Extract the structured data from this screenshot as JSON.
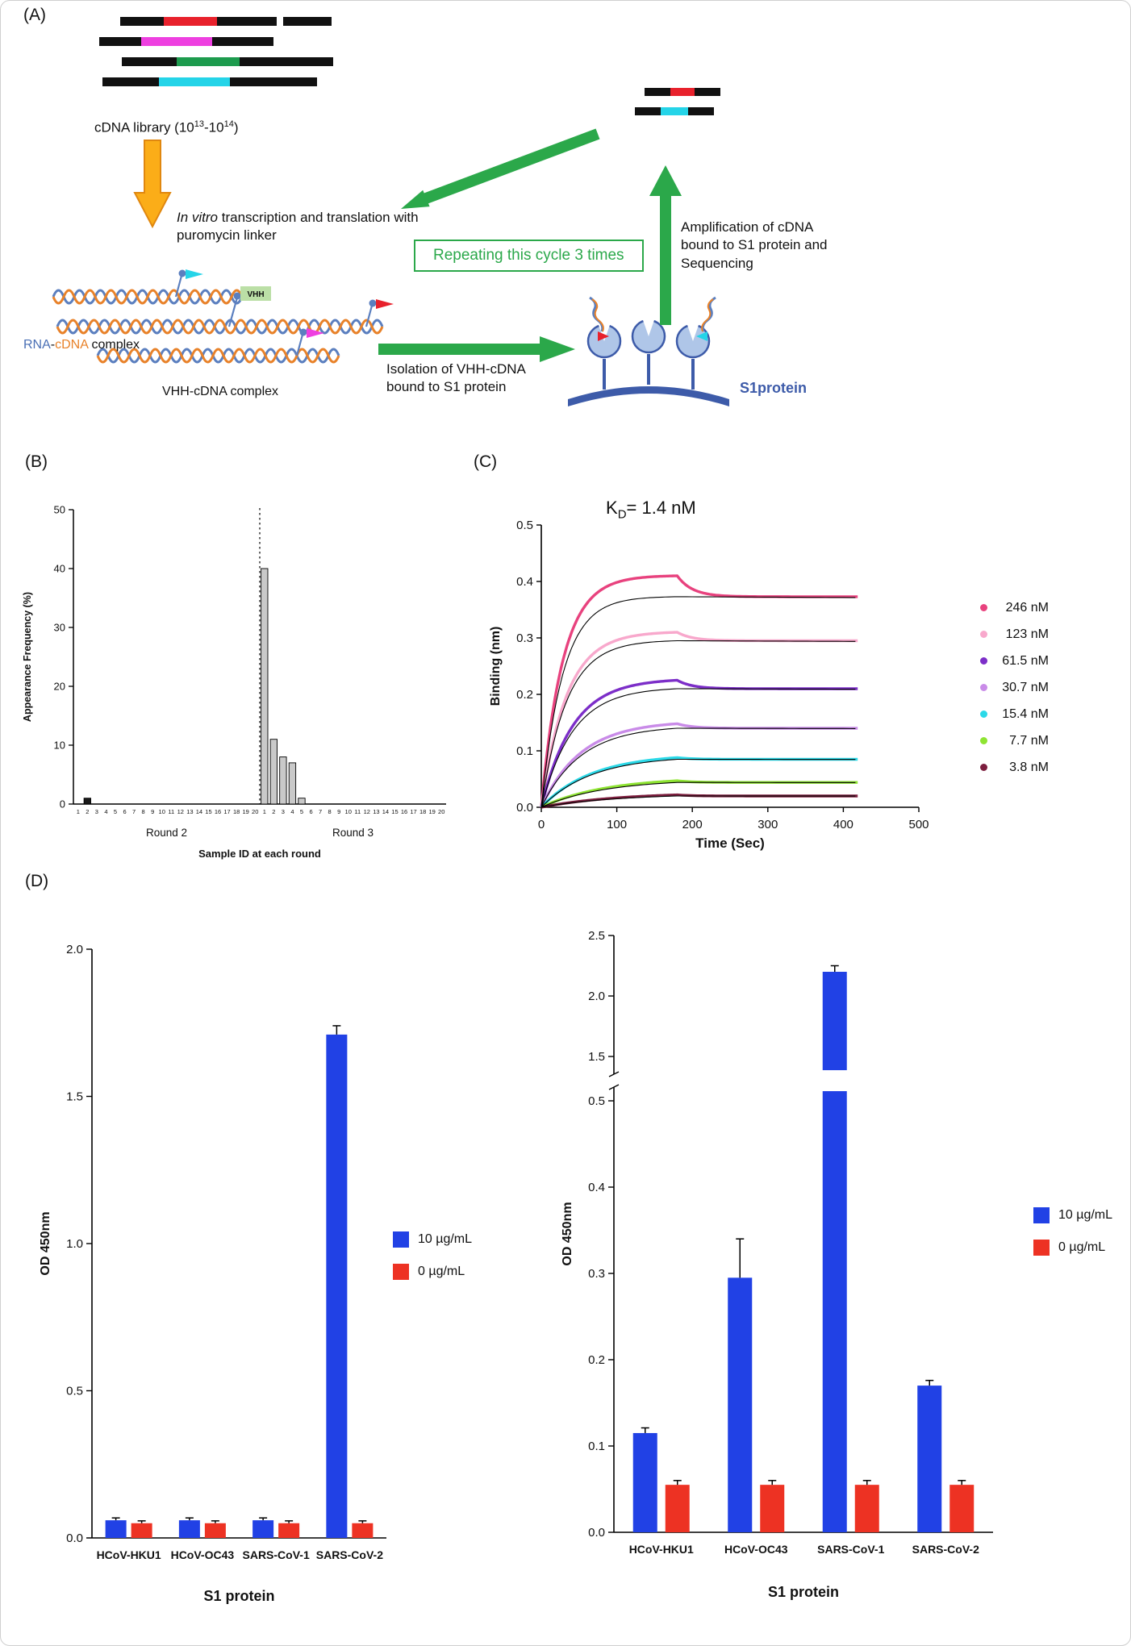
{
  "panel_labels": {
    "a": "(A)",
    "b": "(B)",
    "c": "(C)",
    "d": "(D)"
  },
  "panelA": {
    "cdna_label": {
      "pre": "cDNA library (10",
      "sup1": "13",
      "mid": "-10",
      "sup2": "14",
      "post": ")"
    },
    "invitro": {
      "italic": "In vitro",
      "rest": " transcription and translation with puromycin linker"
    },
    "rna_cdna": {
      "rna": "RNA",
      "dash": "-",
      "cdna": "cDNA",
      "complex": " complex"
    },
    "vhh_cdna_label": "VHH-cDNA complex",
    "vhh_tag": "VHH",
    "isolation": {
      "line1": "Isolation of VHH-cDNA",
      "line2": "bound to S1 protein"
    },
    "amplification": {
      "line1": "Amplification of cDNA",
      "line2": "bound to S1 protein and",
      "line3": "Sequencing"
    },
    "repeat_box": "Repeating this cycle 3 times",
    "s1_label": "S1protein",
    "colors": {
      "arrow_green": "#2BA84A",
      "arrow_orange": "#FBAD18",
      "arrow_orange_stroke": "#E0870F",
      "helix_blue": "#5B7FBF",
      "helix_orange": "#E8822A",
      "s1_blue": "#3D5BA9",
      "s1_fill": "#AFC6E8",
      "lib_black": "#111111",
      "lib_red": "#E8212C",
      "lib_magenta": "#EE3FE0",
      "lib_green": "#1D9B4E",
      "lib_cyan": "#25D4E8",
      "vhh_tag_fill": "#BBDFA6"
    }
  },
  "chart_data": [
    {
      "panel": "B",
      "type": "bar",
      "ylabel": "Appearance Frequency (%)",
      "xlabel": "Sample ID at each round",
      "ylim": [
        0,
        50
      ],
      "yticks": [
        "0",
        "10",
        "20",
        "30",
        "40",
        "50"
      ],
      "xtick_ids": [
        "1",
        "2",
        "3",
        "4",
        "5",
        "6",
        "7",
        "8",
        "9",
        "10",
        "11",
        "12",
        "13",
        "14",
        "15",
        "16",
        "17",
        "18",
        "19",
        "20"
      ],
      "groups": [
        {
          "label": "Round 2",
          "bar_color": "#1A1A1A",
          "values": [
            0,
            1,
            0,
            0,
            0,
            0,
            0,
            0,
            0,
            0,
            0,
            0,
            0,
            0,
            0,
            0,
            0,
            0,
            0,
            0
          ]
        },
        {
          "label": "Round 3",
          "bar_color": "#C9C9C9",
          "values": [
            40,
            11,
            8,
            7,
            1,
            0,
            0,
            0,
            0,
            0,
            0,
            0,
            0,
            0,
            0,
            0,
            0,
            0,
            0,
            0
          ]
        }
      ]
    },
    {
      "panel": "C",
      "type": "line",
      "title": {
        "k": "K",
        "sub": "D",
        "rest": "= 1.4 nM"
      },
      "ylabel": "Binding (nm)",
      "xlabel": "Time (Sec)",
      "xlim": [
        0,
        500
      ],
      "ylim": [
        0,
        0.5
      ],
      "xticks": [
        "0",
        "100",
        "200",
        "300",
        "400",
        "500"
      ],
      "yticks": [
        "0.0",
        "0.1",
        "0.2",
        "0.3",
        "0.4",
        "0.5"
      ],
      "assoc_end_s": 180,
      "end_s": 420,
      "fit_color": "#000000",
      "series": [
        {
          "label": "246 nM",
          "color": "#E8427E",
          "peak": 0.41,
          "plateau": 0.373,
          "k": 0.035
        },
        {
          "label": "123 nM",
          "color": "#F8A8CC",
          "peak": 0.31,
          "plateau": 0.295,
          "k": 0.03
        },
        {
          "label": "61.5 nM",
          "color": "#7C2EC8",
          "peak": 0.225,
          "plateau": 0.21,
          "k": 0.024
        },
        {
          "label": "30.7 nM",
          "color": "#C98BE8",
          "peak": 0.148,
          "plateau": 0.14,
          "k": 0.019
        },
        {
          "label": "15.4 nM",
          "color": "#2BD9E8",
          "peak": 0.088,
          "plateau": 0.085,
          "k": 0.015
        },
        {
          "label": "7.7 nM",
          "color": "#8EE432",
          "peak": 0.047,
          "plateau": 0.044,
          "k": 0.012
        },
        {
          "label": "3.8 nM",
          "color": "#7C1E3E",
          "peak": 0.022,
          "plateau": 0.02,
          "k": 0.01
        }
      ]
    },
    {
      "panel": "D-left",
      "type": "grouped-bar",
      "ylabel": "OD 450nm",
      "xlabel": "S1 protein",
      "ylim": [
        0,
        2
      ],
      "yticks": [
        "0.0",
        "0.5",
        "1.0",
        "1.5",
        "2.0"
      ],
      "categories": [
        "HCoV-HKU1",
        "HCoV-OC43",
        "SARS-CoV-1",
        "SARS-CoV-2"
      ],
      "series": [
        {
          "name": "10 µg/mL",
          "color": "#2141E5",
          "values": [
            0.06,
            0.06,
            0.06,
            1.71
          ],
          "errors": [
            0.008,
            0.008,
            0.008,
            0.03
          ]
        },
        {
          "name": "0 µg/mL",
          "color": "#ED3223",
          "values": [
            0.05,
            0.05,
            0.05,
            0.05
          ],
          "errors": [
            0.008,
            0.008,
            0.008,
            0.008
          ]
        }
      ]
    },
    {
      "panel": "D-right",
      "type": "grouped-bar-broken",
      "ylabel": "OD 450nm",
      "xlabel": "S1 protein",
      "lower_lim": [
        0,
        0.5
      ],
      "lower_ticks": [
        "0.0",
        "0.1",
        "0.2",
        "0.3",
        "0.4",
        "0.5"
      ],
      "upper_lim": [
        1.5,
        2.5
      ],
      "upper_ticks": [
        "1.5",
        "2.0",
        "2.5"
      ],
      "categories": [
        "HCoV-HKU1",
        "HCoV-OC43",
        "SARS-CoV-1",
        "SARS-CoV-2"
      ],
      "series": [
        {
          "name": "10 µg/mL",
          "color": "#2141E5",
          "values": [
            0.115,
            0.295,
            2.2,
            0.17
          ],
          "errors": [
            0.006,
            0.045,
            0.05,
            0.006
          ]
        },
        {
          "name": "0 µg/mL",
          "color": "#ED3223",
          "values": [
            0.055,
            0.055,
            0.055,
            0.055
          ],
          "errors": [
            0.005,
            0.005,
            0.005,
            0.005
          ]
        }
      ]
    }
  ]
}
